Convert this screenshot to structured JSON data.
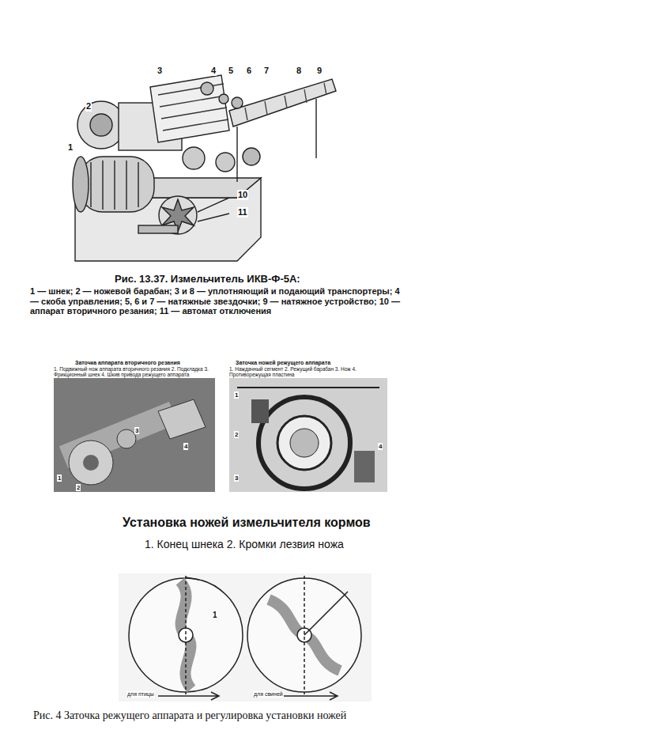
{
  "diagram": {
    "caption": "Рис. 4 Заточка режущего аппарата и регулировка установки ножей",
    "labels": [
      "1",
      "2",
      "3",
      "4",
      "5",
      "6",
      "7",
      "8",
      "9",
      "10",
      "11",
      "Рис. 13.37. Измельчитель ИКВ-Ф-5А:",
      "1 — шнек; 2 — ножевой барабан; 3 и 8 — уплотняющий и подающий транспортеры; 4 — скоба управления; 5, 6 и 7 — натяжные звездочки; 9 — натяжное устройство; 10 — аппарат вторичного резания; 11 — автомат отключения",
      "Заточка аппарата вторичного резания",
      "1. Подвижный нож аппарата вторичного резания 2. Подкладка 3. Фрикционный шнек 4. Шкив привода режущего аппарата",
      "Заточка ножей режущего аппарата",
      "1. Наждачный сегмент 2. Режущий барабан 3. Нож 4. Противорежущая пластина",
      "1",
      "2",
      "3",
      "4",
      "1",
      "2",
      "3",
      "4",
      "Установка ножей измельчителя кормов",
      "1. Конец шнека 2. Кромки лезвия ножа",
      "1",
      "для птицы",
      "для свиней"
    ]
  }
}
